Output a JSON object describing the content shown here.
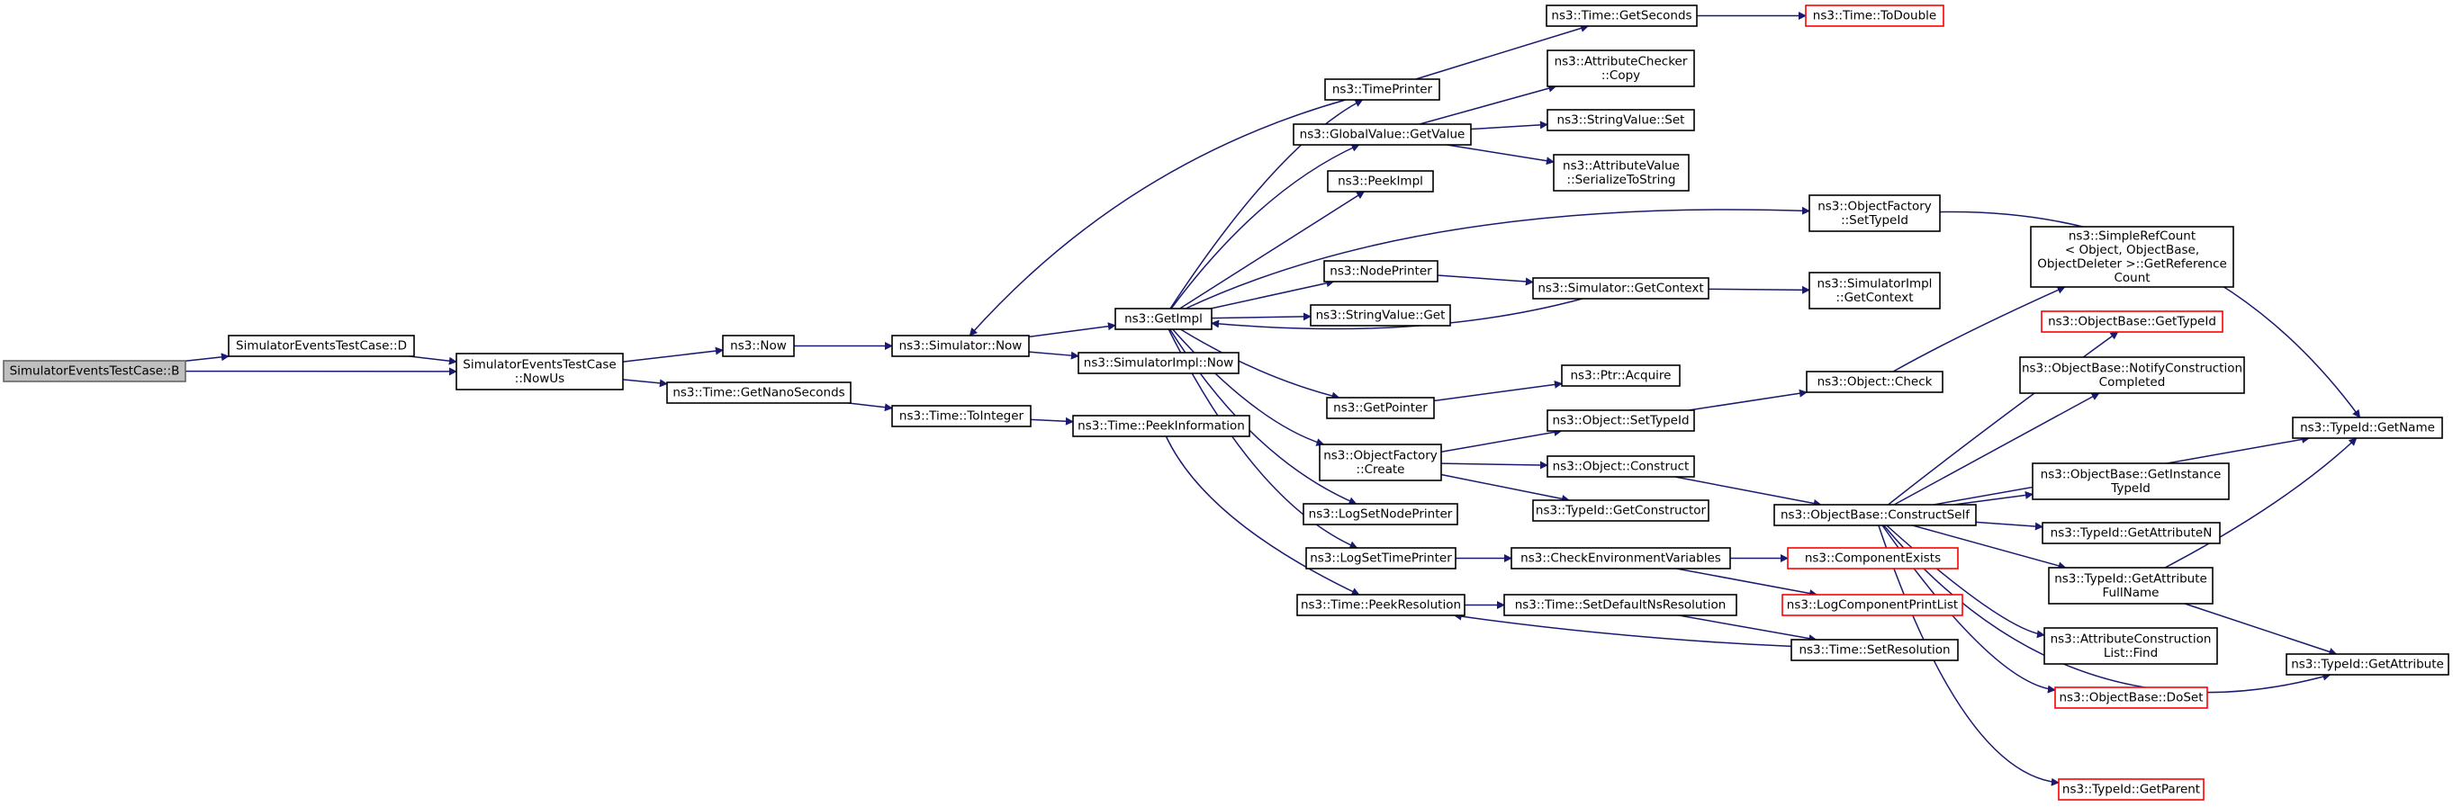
{
  "diagram": {
    "type": "call-graph",
    "colors": {
      "edge": "#191970",
      "root_fill": "#bfbfbf",
      "normal_border": "#000000",
      "truncated_border": "#ff0000"
    },
    "nodes": [
      {
        "id": "B",
        "lines": [
          "SimulatorEventsTestCase::B"
        ],
        "root": true
      },
      {
        "id": "D",
        "lines": [
          "SimulatorEventsTestCase::D"
        ]
      },
      {
        "id": "NowUs",
        "lines": [
          "SimulatorEventsTestCase",
          "::NowUs"
        ]
      },
      {
        "id": "Now",
        "lines": [
          "ns3::Now"
        ]
      },
      {
        "id": "GetNano",
        "lines": [
          "ns3::Time::GetNanoSeconds"
        ]
      },
      {
        "id": "SimNow",
        "lines": [
          "ns3::Simulator::Now"
        ]
      },
      {
        "id": "ToInteger",
        "lines": [
          "ns3::Time::ToInteger"
        ]
      },
      {
        "id": "GetImpl",
        "lines": [
          "ns3::GetImpl"
        ]
      },
      {
        "id": "SimImplNow",
        "lines": [
          "ns3::SimulatorImpl::Now"
        ]
      },
      {
        "id": "PeekInfo",
        "lines": [
          "ns3::Time::PeekInformation"
        ]
      },
      {
        "id": "TimePrinter",
        "lines": [
          "ns3::TimePrinter"
        ]
      },
      {
        "id": "GVGetValue",
        "lines": [
          "ns3::GlobalValue::GetValue"
        ]
      },
      {
        "id": "PeekImpl",
        "lines": [
          "ns3::PeekImpl"
        ]
      },
      {
        "id": "NodePrinter",
        "lines": [
          "ns3::NodePrinter"
        ]
      },
      {
        "id": "StrGet",
        "lines": [
          "ns3::StringValue::Get"
        ]
      },
      {
        "id": "GetPointer",
        "lines": [
          "ns3::GetPointer"
        ]
      },
      {
        "id": "OFCreate",
        "lines": [
          "ns3::ObjectFactory",
          "::Create"
        ]
      },
      {
        "id": "LogSetNode",
        "lines": [
          "ns3::LogSetNodePrinter"
        ]
      },
      {
        "id": "LogSetTime",
        "lines": [
          "ns3::LogSetTimePrinter"
        ]
      },
      {
        "id": "PeekRes",
        "lines": [
          "ns3::Time::PeekResolution"
        ]
      },
      {
        "id": "GetSeconds",
        "lines": [
          "ns3::Time::GetSeconds"
        ]
      },
      {
        "id": "ToDouble",
        "lines": [
          "ns3::Time::ToDouble"
        ],
        "truncated": true
      },
      {
        "id": "ACCopy",
        "lines": [
          "ns3::AttributeChecker",
          "::Copy"
        ]
      },
      {
        "id": "StrSet",
        "lines": [
          "ns3::StringValue::Set"
        ]
      },
      {
        "id": "AVSer",
        "lines": [
          "ns3::AttributeValue",
          "::SerializeToString"
        ]
      },
      {
        "id": "OFSetTypeId",
        "lines": [
          "ns3::ObjectFactory",
          "::SetTypeId"
        ]
      },
      {
        "id": "SimGetCtx",
        "lines": [
          "ns3::Simulator::GetContext"
        ]
      },
      {
        "id": "SIGetCtx",
        "lines": [
          "ns3::SimulatorImpl",
          "::GetContext"
        ]
      },
      {
        "id": "PtrAcquire",
        "lines": [
          "ns3::Ptr::Acquire"
        ]
      },
      {
        "id": "ObjSetTypeId",
        "lines": [
          "ns3::Object::SetTypeId"
        ]
      },
      {
        "id": "ObjConstruct",
        "lines": [
          "ns3::Object::Construct"
        ]
      },
      {
        "id": "TIGetCtor",
        "lines": [
          "ns3::TypeId::GetConstructor"
        ]
      },
      {
        "id": "CheckEnv",
        "lines": [
          "ns3::CheckEnvironmentVariables"
        ]
      },
      {
        "id": "SetDefRes",
        "lines": [
          "ns3::Time::SetDefaultNsResolution"
        ]
      },
      {
        "id": "SetRes",
        "lines": [
          "ns3::Time::SetResolution"
        ]
      },
      {
        "id": "ObjCheck",
        "lines": [
          "ns3::Object::Check"
        ]
      },
      {
        "id": "ConstructSelf",
        "lines": [
          "ns3::ObjectBase::ConstructSelf"
        ]
      },
      {
        "id": "CompExists",
        "lines": [
          "ns3::ComponentExists"
        ],
        "truncated": true
      },
      {
        "id": "LogCompList",
        "lines": [
          "ns3::LogComponentPrintList"
        ],
        "truncated": true
      },
      {
        "id": "SRCGetRef",
        "lines": [
          "ns3::SimpleRefCount",
          "< Object, ObjectBase,",
          "ObjectDeleter >::GetReference",
          "Count"
        ]
      },
      {
        "id": "OBGetTypeId",
        "lines": [
          "ns3::ObjectBase::GetTypeId"
        ],
        "truncated": true
      },
      {
        "id": "OBNotify",
        "lines": [
          "ns3::ObjectBase::NotifyConstruction",
          "Completed"
        ]
      },
      {
        "id": "OBGetInst",
        "lines": [
          "ns3::ObjectBase::GetInstance",
          "TypeId"
        ]
      },
      {
        "id": "TIGetAttrN",
        "lines": [
          "ns3::TypeId::GetAttributeN"
        ]
      },
      {
        "id": "TIGetAttrFull",
        "lines": [
          "ns3::TypeId::GetAttribute",
          "FullName"
        ]
      },
      {
        "id": "ACLFind",
        "lines": [
          "ns3::AttributeConstruction",
          "List::Find"
        ]
      },
      {
        "id": "OBDoSet",
        "lines": [
          "ns3::ObjectBase::DoSet"
        ],
        "truncated": true
      },
      {
        "id": "TIGetParent",
        "lines": [
          "ns3::TypeId::GetParent"
        ],
        "truncated": true
      },
      {
        "id": "TIGetName",
        "lines": [
          "ns3::TypeId::GetName"
        ]
      },
      {
        "id": "TIGetAttr",
        "lines": [
          "ns3::TypeId::GetAttribute"
        ]
      }
    ],
    "edges": [
      [
        "B",
        "D"
      ],
      [
        "B",
        "NowUs"
      ],
      [
        "D",
        "NowUs"
      ],
      [
        "NowUs",
        "Now"
      ],
      [
        "NowUs",
        "GetNano"
      ],
      [
        "Now",
        "SimNow"
      ],
      [
        "GetNano",
        "ToInteger"
      ],
      [
        "ToInteger",
        "PeekInfo"
      ],
      [
        "PeekInfo",
        "PeekRes"
      ],
      [
        "SimNow",
        "GetImpl"
      ],
      [
        "SimNow",
        "SimImplNow"
      ],
      [
        "TimePrinter",
        "SimNow"
      ],
      [
        "GetImpl",
        "TimePrinter"
      ],
      [
        "GetImpl",
        "GVGetValue"
      ],
      [
        "GetImpl",
        "PeekImpl"
      ],
      [
        "GetImpl",
        "OFSetTypeId"
      ],
      [
        "GetImpl",
        "NodePrinter"
      ],
      [
        "GetImpl",
        "StrGet"
      ],
      [
        "GetImpl",
        "GetPointer"
      ],
      [
        "GetImpl",
        "OFCreate"
      ],
      [
        "GetImpl",
        "LogSetNode"
      ],
      [
        "GetImpl",
        "LogSetTime"
      ],
      [
        "SimGetCtx",
        "GetImpl"
      ],
      [
        "TimePrinter",
        "GetSeconds"
      ],
      [
        "GetSeconds",
        "ToDouble"
      ],
      [
        "GVGetValue",
        "ACCopy"
      ],
      [
        "GVGetValue",
        "StrSet"
      ],
      [
        "GVGetValue",
        "AVSer"
      ],
      [
        "NodePrinter",
        "SimGetCtx"
      ],
      [
        "SimGetCtx",
        "SIGetCtx"
      ],
      [
        "GetPointer",
        "PtrAcquire"
      ],
      [
        "OFCreate",
        "ObjSetTypeId"
      ],
      [
        "OFCreate",
        "ObjConstruct"
      ],
      [
        "OFCreate",
        "TIGetCtor"
      ],
      [
        "ObjSetTypeId",
        "ObjCheck"
      ],
      [
        "ObjCheck",
        "SRCGetRef"
      ],
      [
        "ObjConstruct",
        "ConstructSelf"
      ],
      [
        "LogSetTime",
        "CheckEnv"
      ],
      [
        "CheckEnv",
        "CompExists"
      ],
      [
        "CheckEnv",
        "LogCompList"
      ],
      [
        "PeekRes",
        "SetDefRes"
      ],
      [
        "SetDefRes",
        "SetRes"
      ],
      [
        "SetRes",
        "PeekRes"
      ],
      [
        "OFSetTypeId",
        "TIGetName"
      ],
      [
        "ConstructSelf",
        "OBGetTypeId"
      ],
      [
        "ConstructSelf",
        "OBNotify"
      ],
      [
        "ConstructSelf",
        "TIGetName"
      ],
      [
        "ConstructSelf",
        "OBGetInst"
      ],
      [
        "ConstructSelf",
        "TIGetAttrN"
      ],
      [
        "ConstructSelf",
        "TIGetAttrFull"
      ],
      [
        "ConstructSelf",
        "ACLFind"
      ],
      [
        "ConstructSelf",
        "OBDoSet"
      ],
      [
        "ConstructSelf",
        "TIGetAttr"
      ],
      [
        "ConstructSelf",
        "TIGetParent"
      ],
      [
        "TIGetAttrFull",
        "TIGetName"
      ],
      [
        "TIGetAttrFull",
        "TIGetAttr"
      ]
    ]
  }
}
